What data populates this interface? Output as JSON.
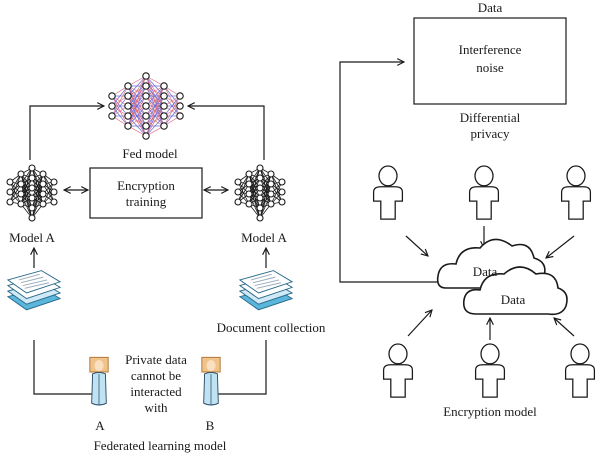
{
  "labels": {
    "fed_model": "Fed model",
    "encryption_training": [
      "Encryption",
      "training"
    ],
    "model_left": "Model A",
    "model_right": "Model A",
    "document_collection": "Document collection",
    "private_data": [
      "Private data",
      "cannot be",
      "interacted",
      "with"
    ],
    "user_a": "A",
    "user_b": "B",
    "federated_learning_model": "Federated learning model",
    "data_top": "Data",
    "interference_noise": [
      "Interference",
      "noise"
    ],
    "differential_privacy": [
      "Differential",
      "privacy"
    ],
    "cloud_data_1": "Data",
    "cloud_data_2": "Data",
    "encryption_model": "Encryption model"
  },
  "colors": {
    "line": "#1a1a1a",
    "neuron_fill": "#ffffff",
    "edge_red": "#e06a78",
    "edge_blue": "#6a6ad8",
    "document_blue": "#5bb6dc",
    "document_light": "#cfeaf6",
    "person_skin": "#f0c38a",
    "person_coat": "#bfe3f2",
    "person_dark": "#2a4a66"
  },
  "icons": [
    "fed-model-network-icon",
    "model-a-network-icon",
    "document-stack-icon",
    "person-icon",
    "cloud-icon",
    "arrow-icon"
  ]
}
